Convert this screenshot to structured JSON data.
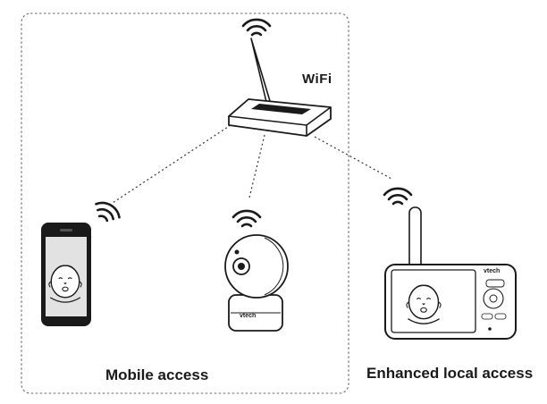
{
  "labels": {
    "wifi": "WiFi",
    "mobile_access": "Mobile access",
    "local_access": "Enhanced local access",
    "camera_brand": "vtech",
    "monitor_brand": "vtech"
  },
  "icons": [
    "router-icon",
    "wifi-signal-icon",
    "smartphone-icon",
    "camera-icon",
    "baby-monitor-icon",
    "baby-face-icon"
  ],
  "colors": {
    "line": "#1a1a1a",
    "fill": "#ffffff",
    "screen": "#dcdcdc",
    "phone_body": "#1a1a1a"
  }
}
